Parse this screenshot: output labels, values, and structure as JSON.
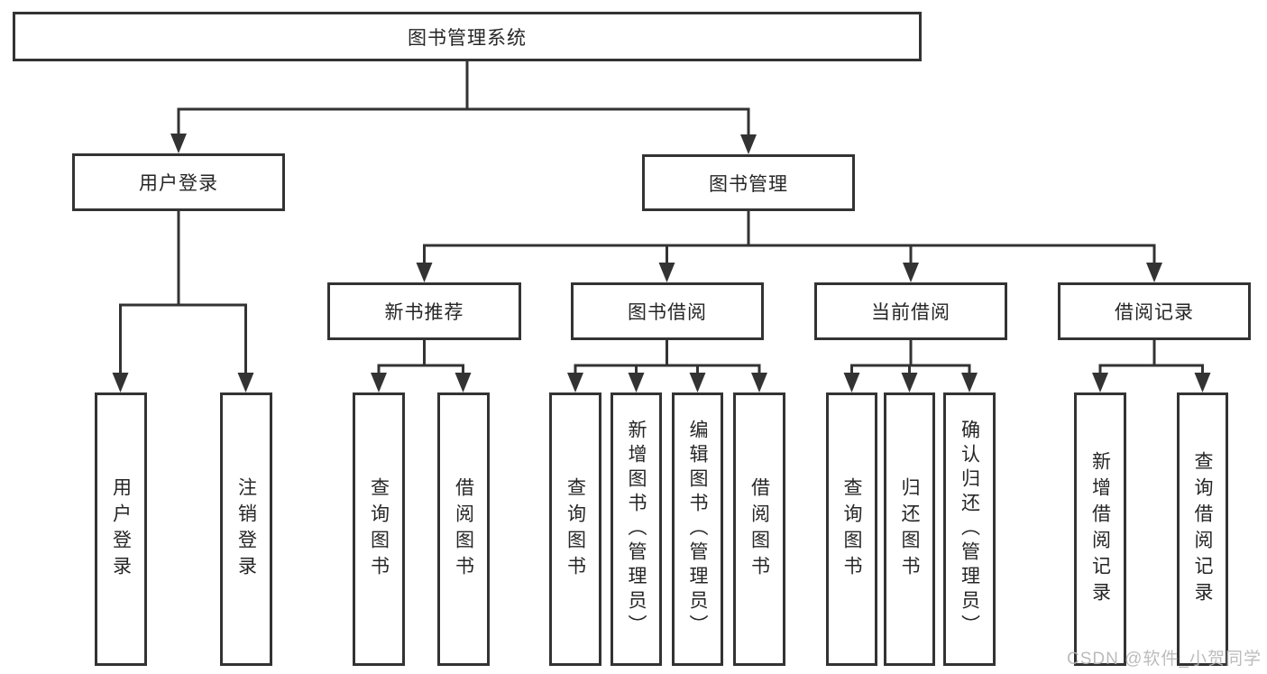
{
  "colors": {
    "line": "#333333",
    "text": "#262626",
    "background": "#ffffff",
    "watermark": "#b5b5b5"
  },
  "tree": {
    "root": "图书管理系统",
    "level2": [
      "用户登录",
      "图书管理"
    ],
    "level3": [
      "新书推荐",
      "图书借阅",
      "当前借阅",
      "借阅记录"
    ],
    "leaves": [
      "用户登录",
      "注销登录",
      "查询图书",
      "借阅图书",
      "查询图书",
      "新增图书（管理员）",
      "编辑图书（管理员）",
      "借阅图书",
      "查询图书",
      "归还图书",
      "确认归还（管理员）",
      "新增借阅记录",
      "查询借阅记录"
    ]
  },
  "watermark": "CSDN @软件_小贺同学"
}
